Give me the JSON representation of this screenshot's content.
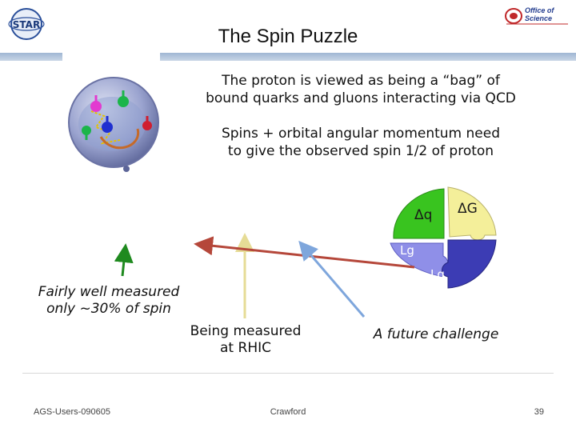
{
  "slide": {
    "title": "The Spin Puzzle",
    "text1_line1": "The proton is viewed as being a “bag” of",
    "text1_line2": "bound quarks and gluons interacting via QCD",
    "text2_line1": "Spins + orbital angular momentum need",
    "text2_line2": "to give the observed spin 1/2 of proton",
    "caption_quarks_line1": "Fairly well measured",
    "caption_quarks_line2": "only ~30% of spin",
    "caption_gluon_line1": "Being measured",
    "caption_gluon_line2": "at RHIC",
    "caption_future": "A future challenge"
  },
  "puzzle": {
    "dq_label": "Δq",
    "dg_label": "ΔG",
    "lg_label": "Lg",
    "lq_label": "Lq"
  },
  "logos": {
    "left_logo_text": "STAR",
    "right_logo_line1": "Office of",
    "right_logo_line2": "Science"
  },
  "footer": {
    "left": "AGS-Users-090605",
    "center": "Crawford",
    "page": "39"
  },
  "colors": {
    "arrow_green": "#1f8a1f",
    "arrow_red": "#b5473a",
    "arrow_yellow": "#e6dc96",
    "arrow_blue": "#7ea6dc",
    "piece_green": "#39c41f",
    "piece_yellow": "#f4ef9a",
    "piece_blue": "#8f8fe8",
    "piece_purple": "#3c3cb4"
  }
}
